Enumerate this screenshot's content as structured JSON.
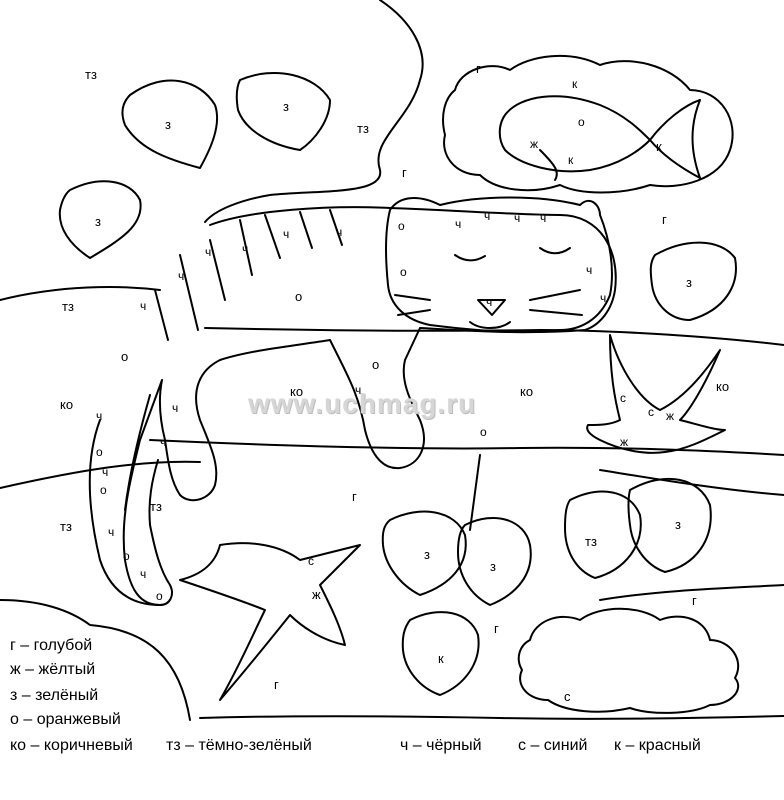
{
  "watermark": "www.uchmag.ru",
  "labels": {
    "tz1": "тз",
    "tz2": "тз",
    "tz3": "тз",
    "tz4": "тз",
    "tz5": "тз",
    "tz6": "тз",
    "z1": "з",
    "z2": "з",
    "z3": "з",
    "z4": "з",
    "z5": "з",
    "z6": "з",
    "z7": "з",
    "g1": "г",
    "g2": "г",
    "g3": "г",
    "g4": "г",
    "g5": "г",
    "g6": "г",
    "g7": "г",
    "k1": "к",
    "k2": "к",
    "k3": "к",
    "k4": "к",
    "o1": "о",
    "o2": "о",
    "o3": "о",
    "o4": "о",
    "o5": "о",
    "o6": "о",
    "o7": "о",
    "o8": "о",
    "o9": "о",
    "o10": "о",
    "o11": "о",
    "zh1": "ж",
    "zh2": "ж",
    "zh3": "ж",
    "zh4": "ж",
    "s1": "с",
    "s2": "с",
    "s3": "с",
    "s4": "с",
    "ko1": "ко",
    "ko2": "ко",
    "ko3": "ко",
    "ko4": "ко",
    "ch1": "ч",
    "ch2": "ч",
    "ch3": "ч",
    "ch4": "ч",
    "ch5": "ч",
    "ch6": "ч",
    "ch7": "ч",
    "ch8": "ч",
    "ch9": "ч",
    "ch10": "ч",
    "ch11": "ч",
    "ch12": "ч",
    "ch13": "ч",
    "ch14": "ч",
    "ch15": "ч",
    "ch16": "ч",
    "ch17": "ч",
    "ch18": "ч",
    "ch19": "ч",
    "ch20": "ч"
  },
  "legend": {
    "g": "г – голубой",
    "zh": "ж – жёлтый",
    "z": "з – зелёный",
    "o": "о – оранжевый",
    "ko": "ко – коричневый",
    "tz": "тз – тёмно-зелёный",
    "ch": "ч – чёрный",
    "s": "с – синий",
    "k": "к – красный"
  }
}
